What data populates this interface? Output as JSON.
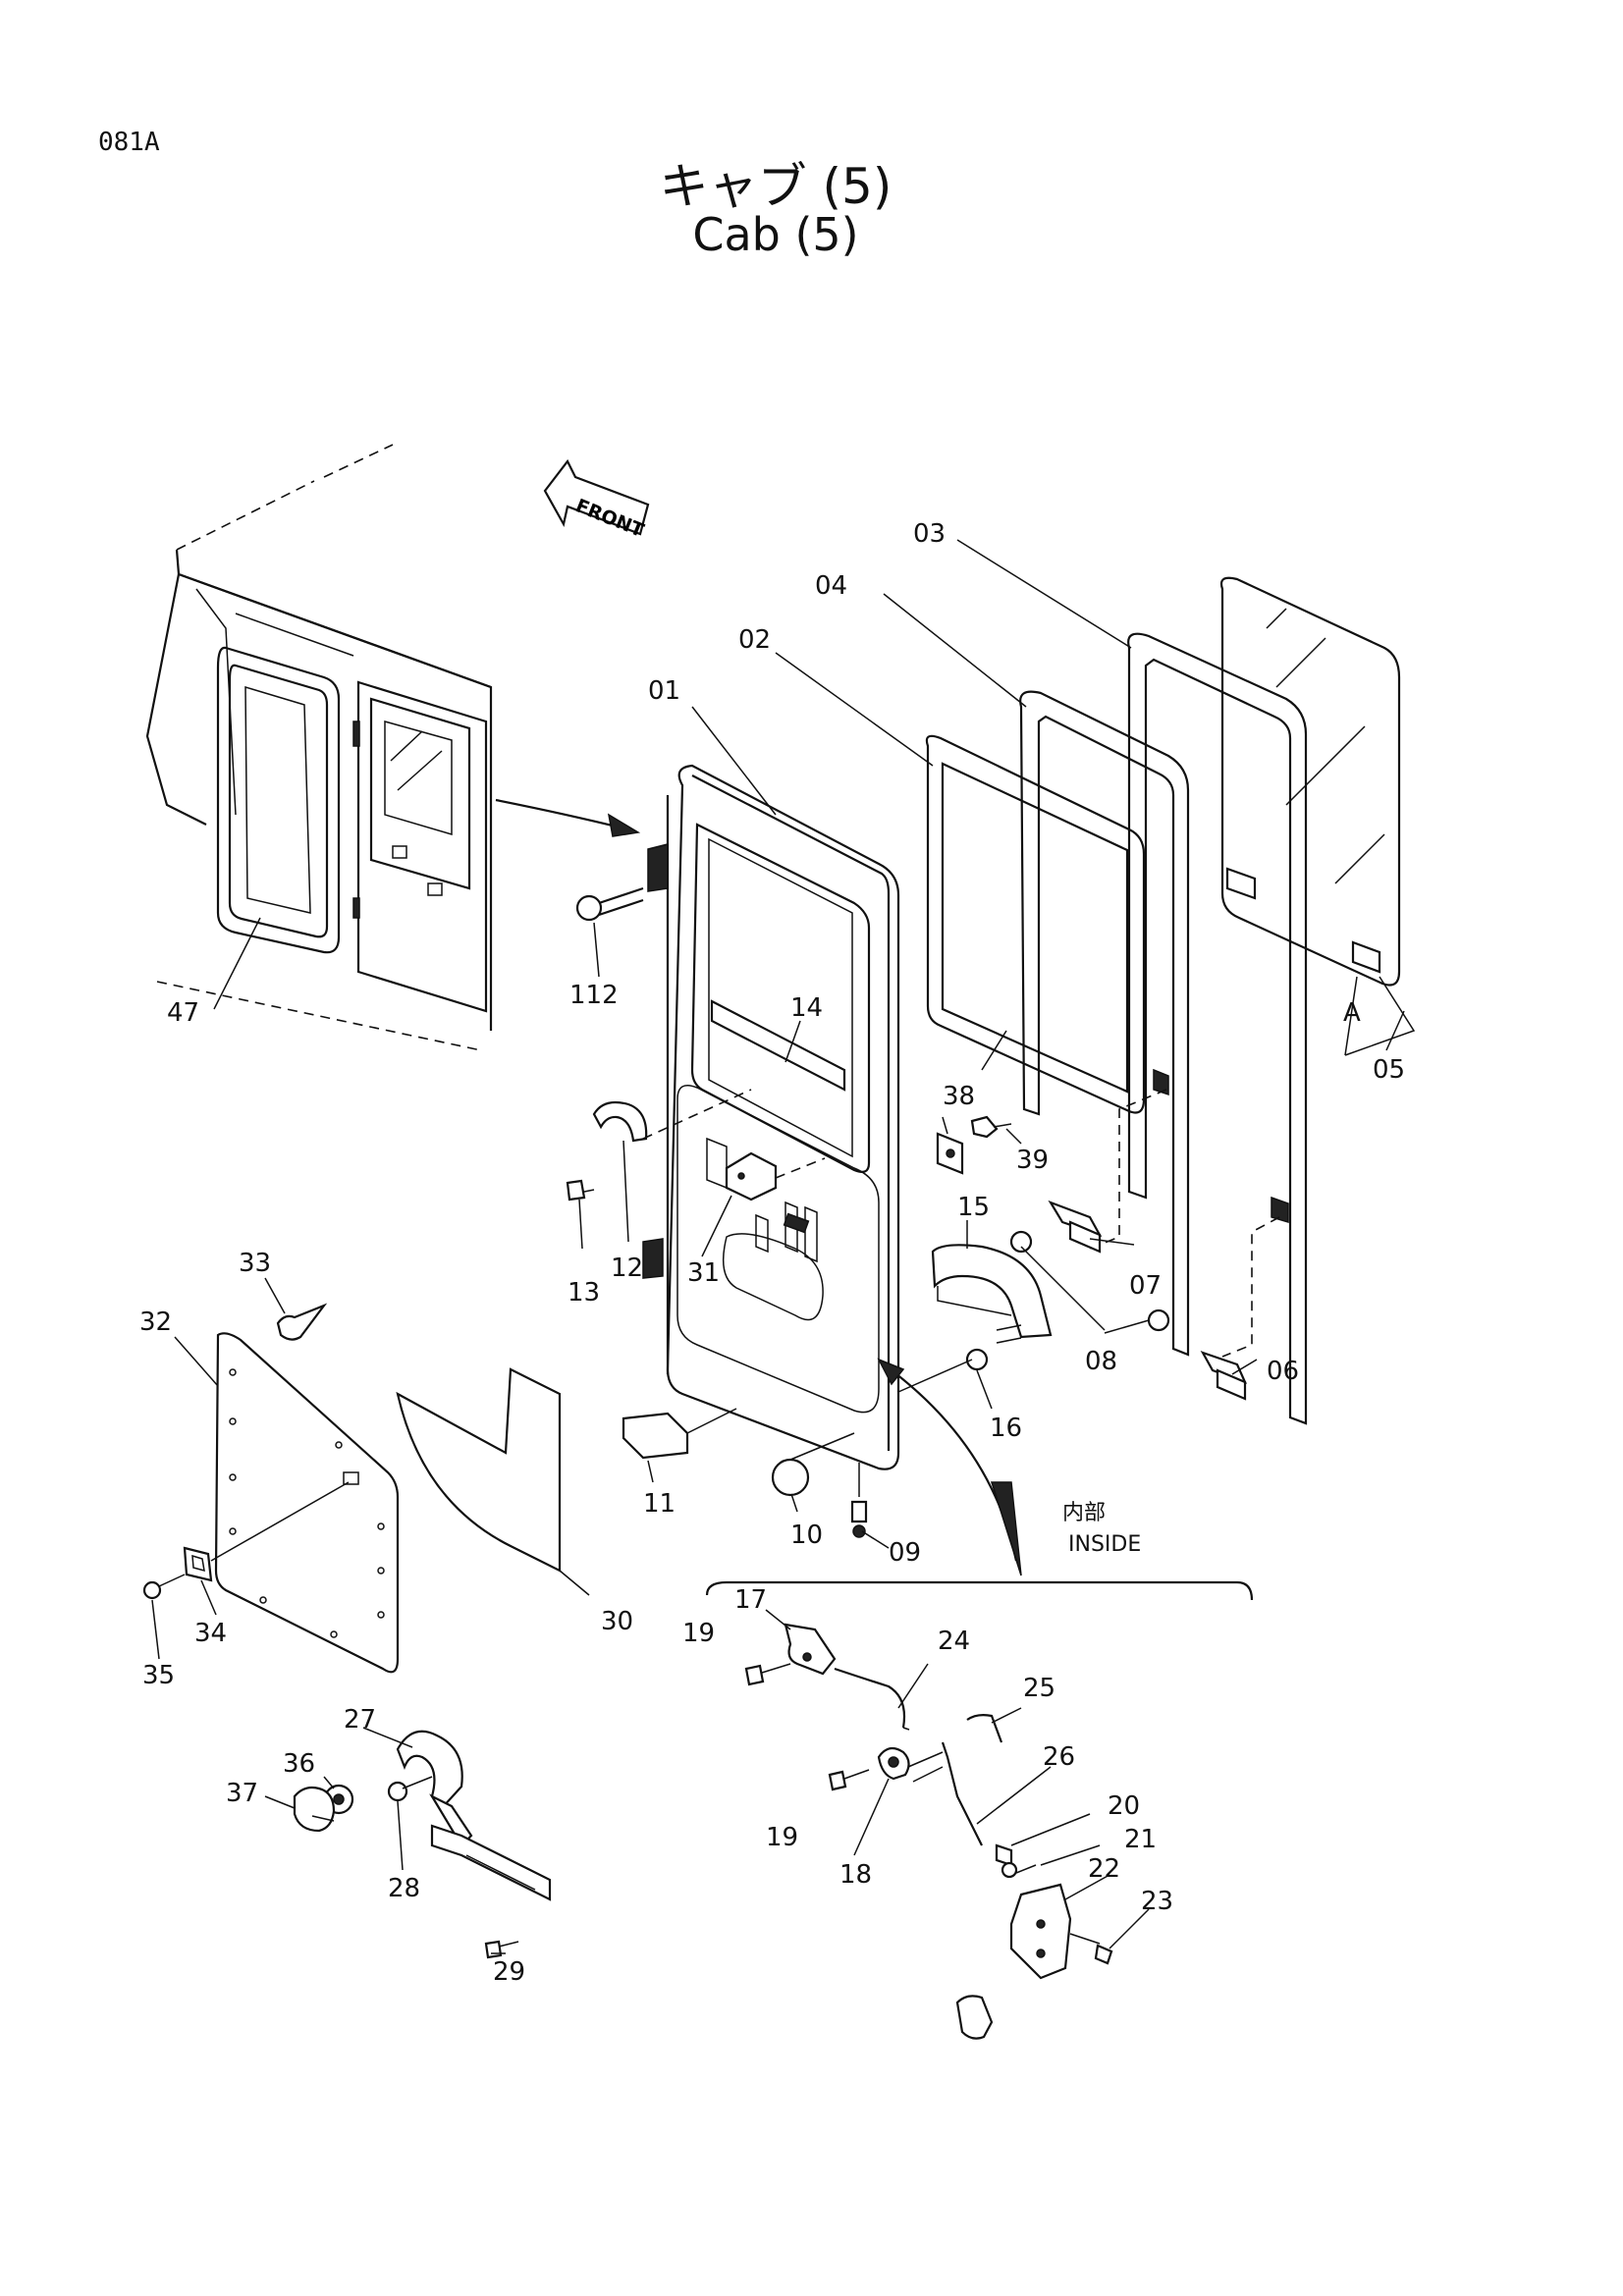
{
  "page_code": "081A",
  "title_jp": "キャブ (5)",
  "title_en": "Cab (5)",
  "front_marker": "FRONT",
  "inside_note": {
    "jp": "内部",
    "en": "INSIDE"
  },
  "parts": {
    "p01": "01",
    "p02": "02",
    "p03": "03",
    "p04": "04",
    "p05": "05",
    "pA": "A",
    "p06": "06",
    "p07": "07",
    "p08": "08",
    "p09": "09",
    "p10": "10",
    "p11": "11",
    "p12": "12",
    "p13": "13",
    "p14": "14",
    "p15": "15",
    "p16": "16",
    "p17": "17",
    "p18": "18",
    "p19a": "19",
    "p19b": "19",
    "p20": "20",
    "p21": "21",
    "p22": "22",
    "p23": "23",
    "p24": "24",
    "p25": "25",
    "p26": "26",
    "p27": "27",
    "p28": "28",
    "p29": "29",
    "p30": "30",
    "p31": "31",
    "p32": "32",
    "p33": "33",
    "p34": "34",
    "p35": "35",
    "p36": "36",
    "p37": "37",
    "p38": "38",
    "p39": "39",
    "p47": "47",
    "p112": "112"
  }
}
